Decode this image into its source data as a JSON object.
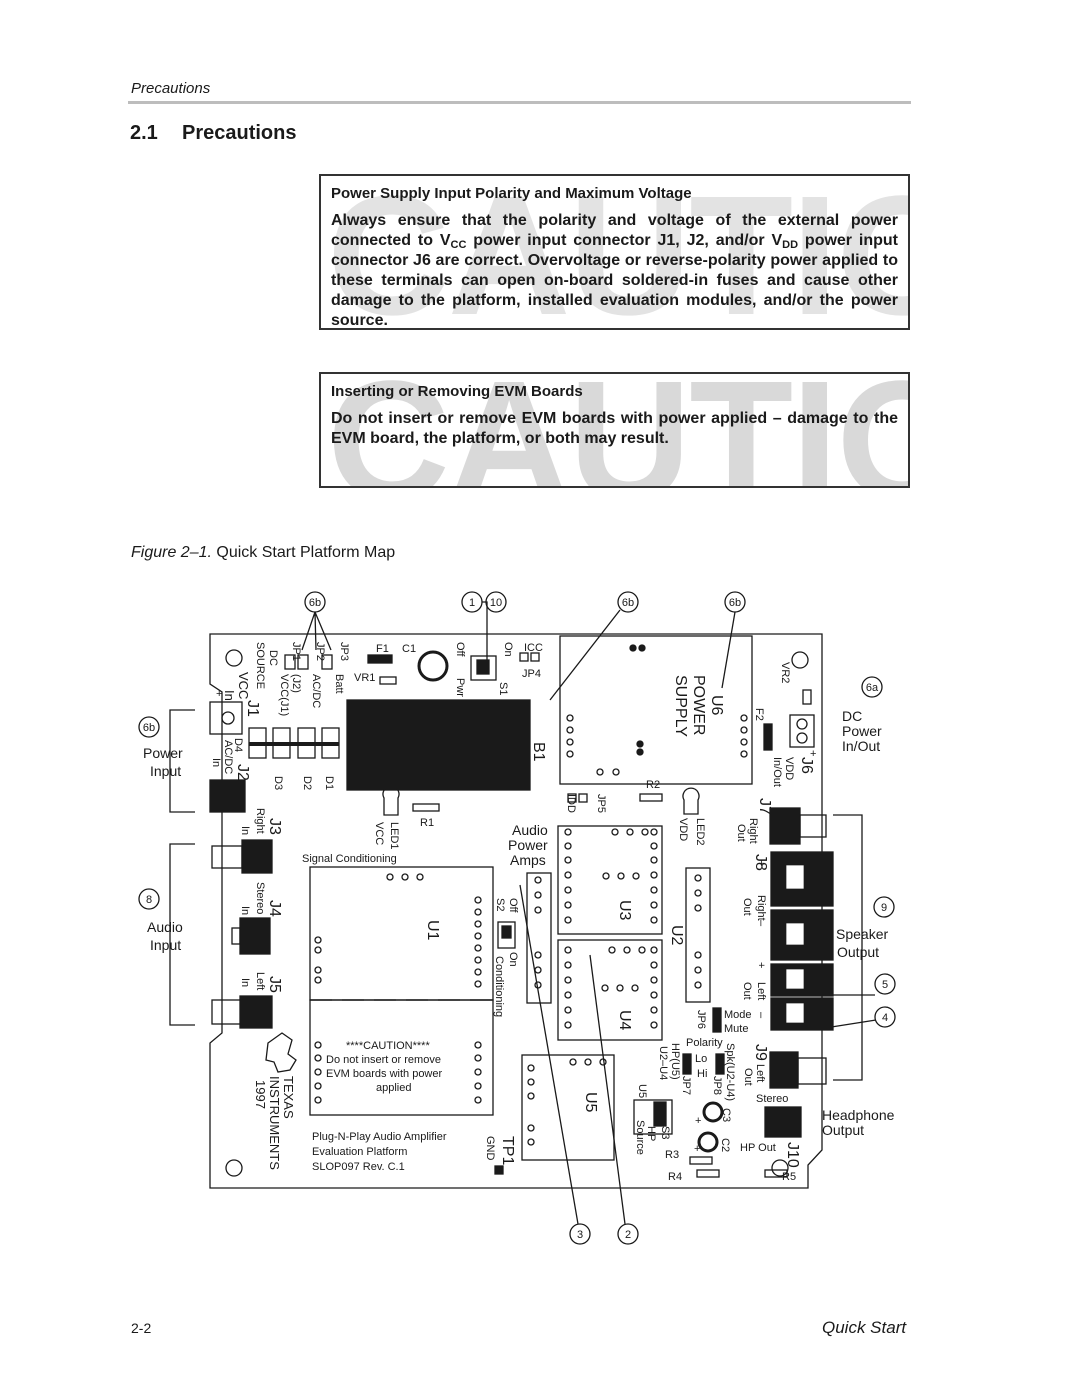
{
  "running_head": "Precautions",
  "section": {
    "number": "2.1",
    "title": "Precautions"
  },
  "cautions": [
    {
      "watermark": "CAUTION",
      "heading": "Power Supply Input Polarity and Maximum Voltage",
      "body_1": "Always ensure that the polarity and voltage of the external power connected to V",
      "sub_1": "CC",
      "body_2": " power input connector J1, J2, and/or V",
      "sub_2": "DD",
      "body_3": " power input connector J6 are correct. Overvoltage or reverse-polarity power applied to these terminals can open on-board soldered-in fuses and cause other damage to the platform, installed evaluation modules, and/or the power source."
    },
    {
      "watermark": "CAUTION",
      "heading": "Inserting or Removing EVM Boards",
      "body": "Do not insert or remove EVM boards with power applied – damage to the EVM board, the platform, or both may result."
    }
  ],
  "figure": {
    "label": "Figure 2–1.",
    "title": "Quick Start Platform Map",
    "callouts": {
      "c6b_top_left": "6b",
      "c1": "1",
      "c10": "10",
      "c6b_top_mid": "6b",
      "c6b_top_right": "6b",
      "c6a": "6a",
      "c6b_left": "6b",
      "c8": "8",
      "c9": "9",
      "c5": "5",
      "c4": "4",
      "c3": "3",
      "c2": "2"
    },
    "side_labels": {
      "power_input_1": "Power",
      "power_input_2": "Input",
      "audio_input_1": "Audio",
      "audio_input_2": "Input",
      "dc_power_1": "DC",
      "dc_power_2": "Power",
      "dc_power_3": "In/Out",
      "speaker_1": "Speaker",
      "speaker_2": "Output",
      "headphone_1": "Headphone",
      "headphone_2": "Output"
    },
    "board": {
      "source": "SOURCE",
      "dc": "DC",
      "vcc": "VCC",
      "in": "In",
      "j1": "J1",
      "jp1": "JP1",
      "jp2": "JP2",
      "jp3": "JP3",
      "vcc_j1": "VCC(J1)",
      "j2_paren": "(J2)",
      "acdc": "AC/DC",
      "batt": "Batt",
      "f1": "F1",
      "c1": "C1",
      "vr1": "VR1",
      "off": "Off",
      "on": "On",
      "pwr": "Pwr",
      "s1": "S1",
      "icc": "ICC",
      "jp4": "JP4",
      "b1": "B1",
      "u6": "U6",
      "power": "POWER",
      "supply": "SUPPLY",
      "vr2": "VR2",
      "f2": "F2",
      "j6": "J6",
      "vdd": "VDD",
      "in_out": "In/Out",
      "d4": "D4",
      "acdc_in": "AC/DC",
      "j2": "J2",
      "d3": "D3",
      "d2": "D2",
      "d1": "D1",
      "r1": "R1",
      "led1": "LED1",
      "vcc_led": "VCC",
      "jp5": "JP5",
      "idd": "IDD",
      "r2": "R2",
      "led2": "LED2",
      "vdd2": "VDD",
      "j3": "J3",
      "right": "Right",
      "j7": "J7",
      "out": "Out",
      "audio": "Audio",
      "power_amps": "Power",
      "amps": "Amps",
      "signal_conditioning": "Signal Conditioning",
      "u1": "U1",
      "u2": "U2",
      "u3": "U3",
      "u4": "U4",
      "u5": "U5",
      "j4": "J4",
      "stereo": "Stereo",
      "j5": "J5",
      "left": "Left",
      "j8": "J8",
      "s2": "S2",
      "conditioning": "Conditioning",
      "caution_stars": "****CAUTION****",
      "caution_1": "Do not insert or remove",
      "caution_2": "EVM boards with power",
      "caution_3": "applied",
      "texas": "TEXAS",
      "instruments": "INSTRUMENTS",
      "year": "1997",
      "product_1": "Plug-N-Play Audio Amplifier",
      "product_2": "Evaluation Platform",
      "product_3": "SLOP097 Rev. C.1",
      "tp1": "TP1",
      "gnd": "GND",
      "jp6": "JP6",
      "mode": "Mode",
      "mute": "Mute",
      "polarity": "Polarity",
      "lo": "Lo",
      "hi": "Hi",
      "hp_u5": "HP(U5)",
      "u2_u4": "U2–U4",
      "jp7": "JP7",
      "spk": "Spk(U2-U4)",
      "jp8": "JP8",
      "c3": "C3",
      "j9": "J9",
      "stereo2": "Stereo",
      "u5s": "U5",
      "hp": "HP",
      "s3": "S3",
      "source2": "Source",
      "r3": "R3",
      "r4": "R4",
      "r5": "R5",
      "c2": "C2",
      "hp_out": "HP Out",
      "j10": "J10",
      "plus": "+",
      "minus": "–"
    }
  },
  "footer": {
    "page": "2-2",
    "chapter": "Quick Start"
  }
}
